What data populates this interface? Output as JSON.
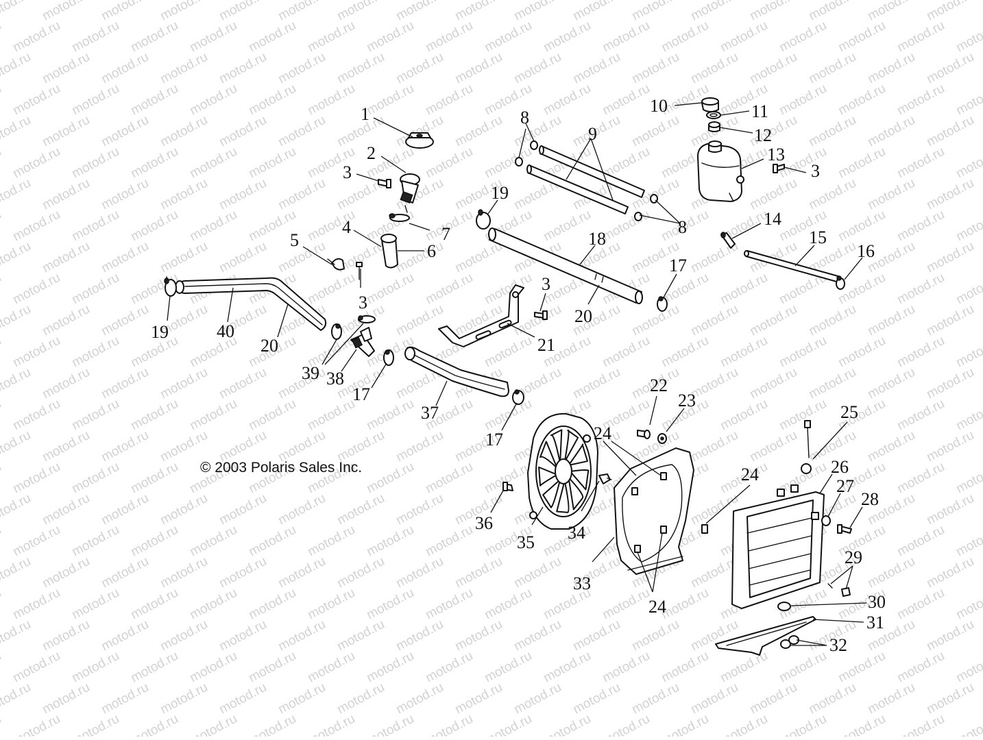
{
  "diagram": {
    "copyright": "© 2003 Polaris Sales Inc.",
    "watermark": "motod.ru",
    "callouts": [
      {
        "id": "c1",
        "text": "1"
      },
      {
        "id": "c2",
        "text": "2"
      },
      {
        "id": "c3a",
        "text": "3"
      },
      {
        "id": "c3b",
        "text": "3"
      },
      {
        "id": "c3c",
        "text": "3"
      },
      {
        "id": "c3d",
        "text": "3"
      },
      {
        "id": "c4",
        "text": "4"
      },
      {
        "id": "c5",
        "text": "5"
      },
      {
        "id": "c6",
        "text": "6"
      },
      {
        "id": "c7",
        "text": "7"
      },
      {
        "id": "c8a",
        "text": "8"
      },
      {
        "id": "c8b",
        "text": "8"
      },
      {
        "id": "c9",
        "text": "9"
      },
      {
        "id": "c10",
        "text": "10"
      },
      {
        "id": "c11",
        "text": "11"
      },
      {
        "id": "c12",
        "text": "12"
      },
      {
        "id": "c13",
        "text": "13"
      },
      {
        "id": "c14",
        "text": "14"
      },
      {
        "id": "c15",
        "text": "15"
      },
      {
        "id": "c16",
        "text": "16"
      },
      {
        "id": "c17a",
        "text": "17"
      },
      {
        "id": "c17b",
        "text": "17"
      },
      {
        "id": "c17c",
        "text": "17"
      },
      {
        "id": "c18",
        "text": "18"
      },
      {
        "id": "c19a",
        "text": "19"
      },
      {
        "id": "c19b",
        "text": "19"
      },
      {
        "id": "c20a",
        "text": "20"
      },
      {
        "id": "c20b",
        "text": "20"
      },
      {
        "id": "c21",
        "text": "21"
      },
      {
        "id": "c22",
        "text": "22"
      },
      {
        "id": "c23",
        "text": "23"
      },
      {
        "id": "c24a",
        "text": "24"
      },
      {
        "id": "c24b",
        "text": "24"
      },
      {
        "id": "c24c",
        "text": "24"
      },
      {
        "id": "c25",
        "text": "25"
      },
      {
        "id": "c26",
        "text": "26"
      },
      {
        "id": "c27",
        "text": "27"
      },
      {
        "id": "c28",
        "text": "28"
      },
      {
        "id": "c29",
        "text": "29"
      },
      {
        "id": "c30",
        "text": "30"
      },
      {
        "id": "c31",
        "text": "31"
      },
      {
        "id": "c32",
        "text": "32"
      },
      {
        "id": "c33",
        "text": "33"
      },
      {
        "id": "c34",
        "text": "34"
      },
      {
        "id": "c35",
        "text": "35"
      },
      {
        "id": "c36",
        "text": "36"
      },
      {
        "id": "c37",
        "text": "37"
      },
      {
        "id": "c38",
        "text": "38"
      },
      {
        "id": "c39",
        "text": "39"
      },
      {
        "id": "c40",
        "text": "40"
      }
    ]
  }
}
